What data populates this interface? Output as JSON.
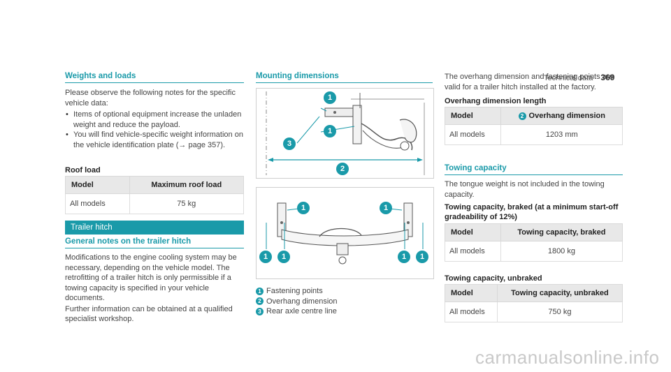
{
  "header": {
    "section": "Technical data",
    "page": "369"
  },
  "left": {
    "weights_heading": "Weights and loads",
    "intro": "Please observe the following notes for the specific vehicle data:",
    "bullets": [
      "Items of optional equipment increase the unladen weight and reduce the payload.",
      "You will find vehicle-specific weight information on the vehicle identification plate (→ page 357)."
    ],
    "roof_load_heading": "Roof load",
    "roof_table": {
      "headers": [
        "Model",
        "Maximum roof load"
      ],
      "rows": [
        [
          "All models",
          "75 kg"
        ]
      ]
    },
    "trailer_bar": "Trailer hitch",
    "general_heading": "General notes on the trailer hitch",
    "para1": "Modifications to the engine cooling system may be necessary, depending on the vehicle model. The retrofitting of a trailer hitch is only permissible if a towing capacity is specified in your vehicle documents.",
    "para2": "Further information can be obtained at a qualified specialist workshop."
  },
  "middle": {
    "heading": "Mounting dimensions",
    "legend": [
      {
        "num": "1",
        "text": "Fastening points"
      },
      {
        "num": "2",
        "text": "Overhang dimension"
      },
      {
        "num": "3",
        "text": "Rear axle centre line"
      }
    ],
    "callouts": {
      "one": "1",
      "two": "2",
      "three": "3"
    }
  },
  "right": {
    "intro": "The overhang dimension and fastening points are valid for a trailer hitch installed at the factory.",
    "overhang_heading": "Overhang dimension length",
    "overhang_table": {
      "h1": "Model",
      "h2_num": "2",
      "h2": "Overhang dimension",
      "rows": [
        [
          "All models",
          "1203 mm"
        ]
      ]
    },
    "towing_heading": "Towing capacity",
    "towing_intro": "The tongue weight is not included in the towing capacity.",
    "braked_heading": "Towing capacity, braked (at a minimum start-off gradeability of 12%)",
    "braked_table": {
      "headers": [
        "Model",
        "Towing capacity, braked"
      ],
      "rows": [
        [
          "All models",
          "1800 kg"
        ]
      ]
    },
    "unbraked_heading": "Towing capacity, unbraked",
    "unbraked_table": {
      "headers": [
        "Model",
        "Towing capacity, unbraked"
      ],
      "rows": [
        [
          "All models",
          "750 kg"
        ]
      ]
    }
  },
  "watermark": "carmanualsonline.info",
  "colors": {
    "accent": "#1a9aa9"
  }
}
